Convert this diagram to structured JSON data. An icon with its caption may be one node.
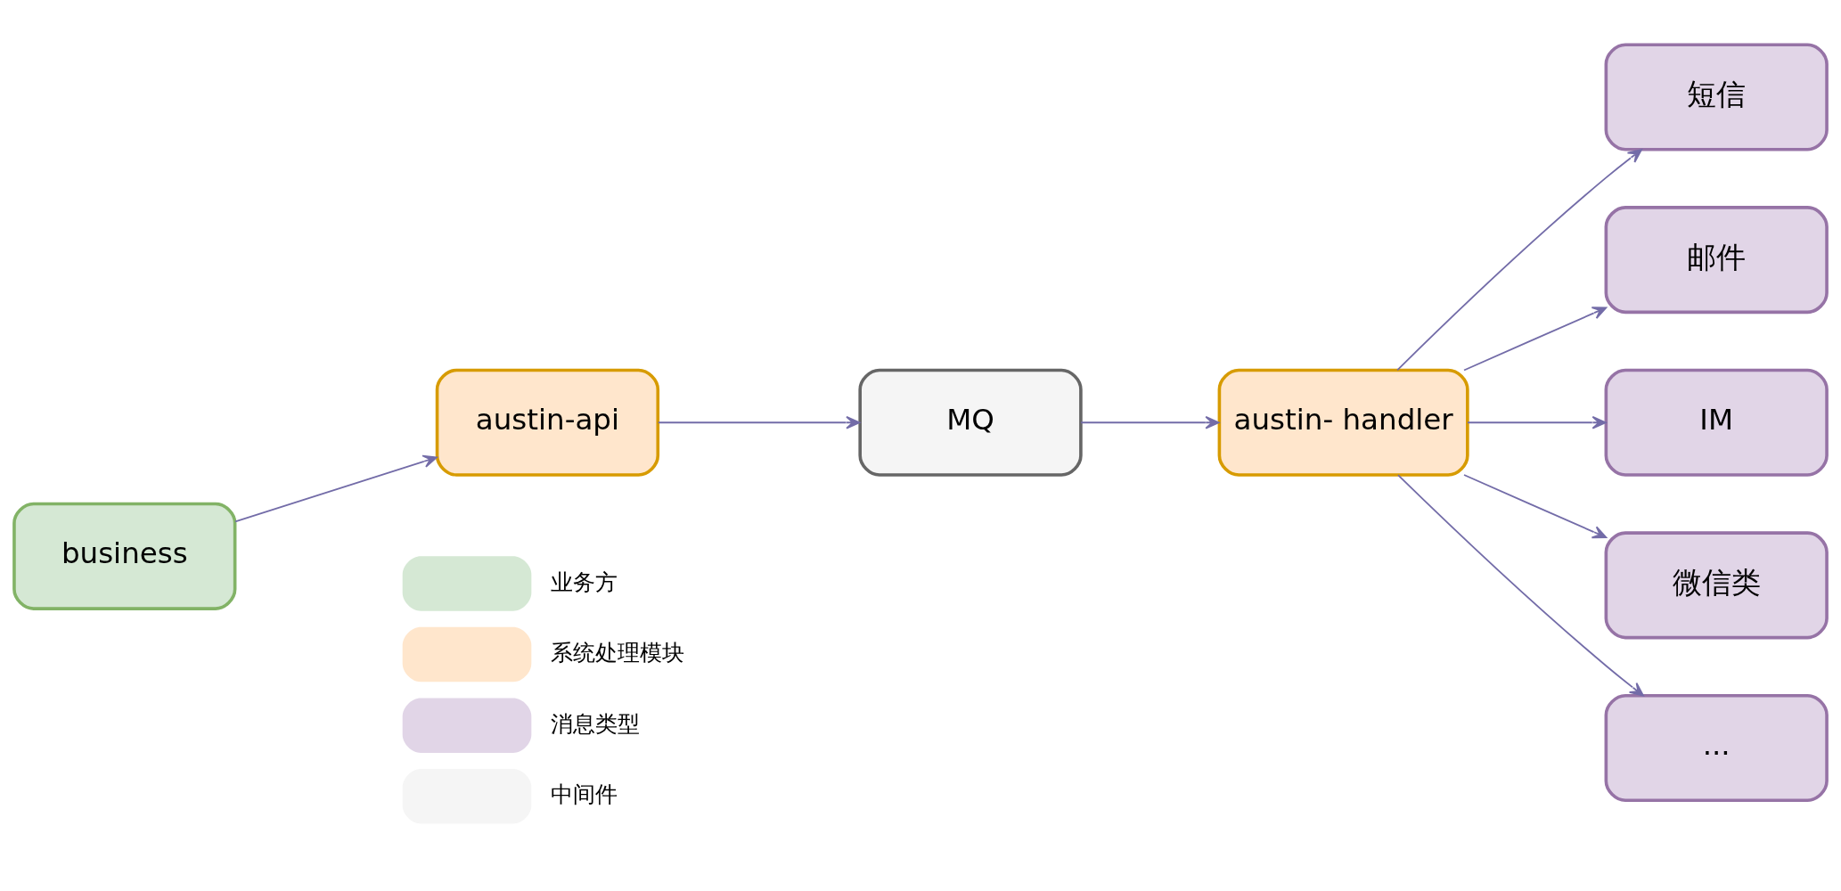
{
  "diagram": {
    "nodes": [
      {
        "text": [
          "business"
        ]
      },
      {
        "text": [
          "austin-api"
        ]
      },
      {
        "text": [
          "MQ"
        ]
      },
      {
        "text": [
          "austin- handler"
        ]
      },
      {
        "text": [
          "短信"
        ]
      },
      {
        "text": [
          "邮件"
        ]
      },
      {
        "text": [
          "IM"
        ]
      },
      {
        "text": [
          "微信类"
        ]
      },
      {
        "text": [
          "..."
        ]
      }
    ],
    "edges": [
      {
        "from": 0,
        "to": 1,
        "arrow": "to"
      },
      {
        "from": 1,
        "to": 2,
        "arrow": "to"
      },
      {
        "from": 2,
        "to": 3,
        "arrow": "to"
      },
      {
        "from": 3,
        "to": 4,
        "arrow": "to"
      },
      {
        "from": 3,
        "to": 5,
        "arrow": "to"
      },
      {
        "from": 3,
        "to": 6,
        "arrow": "to"
      },
      {
        "from": 3,
        "to": 7,
        "arrow": "to"
      },
      {
        "from": 3,
        "to": 8,
        "arrow": "to"
      }
    ],
    "legend": [
      {
        "text": "业务方",
        "color": "#d5e8d4"
      },
      {
        "text": "系统处理模块",
        "color": "#ffe6cc"
      },
      {
        "text": "消息类型",
        "color": "#e1d5e7"
      },
      {
        "text": "中间件",
        "color": "#f5f5f5"
      }
    ]
  }
}
